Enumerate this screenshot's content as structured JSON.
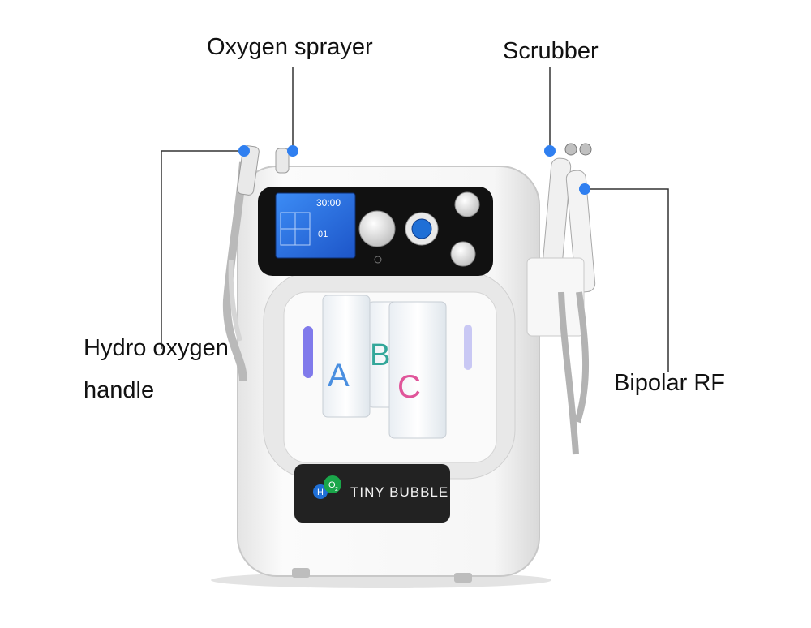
{
  "callouts": {
    "oxygen_sprayer": "Oxygen sprayer",
    "scrubber": "Scrubber",
    "hydro_oxygen_handle_line1": "Hydro oxygen",
    "hydro_oxygen_handle_line2": "handle",
    "bipolar_rf": "Bipolar RF"
  },
  "device": {
    "brand_name": "TINY BUBBLE",
    "logo_h": "H",
    "logo_o": "O",
    "logo_sub": "2",
    "display_time": "30:00",
    "display_level": "01",
    "bottle_a": "A",
    "bottle_b": "B",
    "bottle_c": "C"
  },
  "colors": {
    "callout_dot": "#2f7ff0",
    "callout_line": "#333333",
    "screen_blue": "#2a6ae0",
    "panel_black": "#111111",
    "body_white": "#f2f2f2",
    "logo_green": "#1aa64a",
    "logo_blue": "#1f6fd6"
  }
}
